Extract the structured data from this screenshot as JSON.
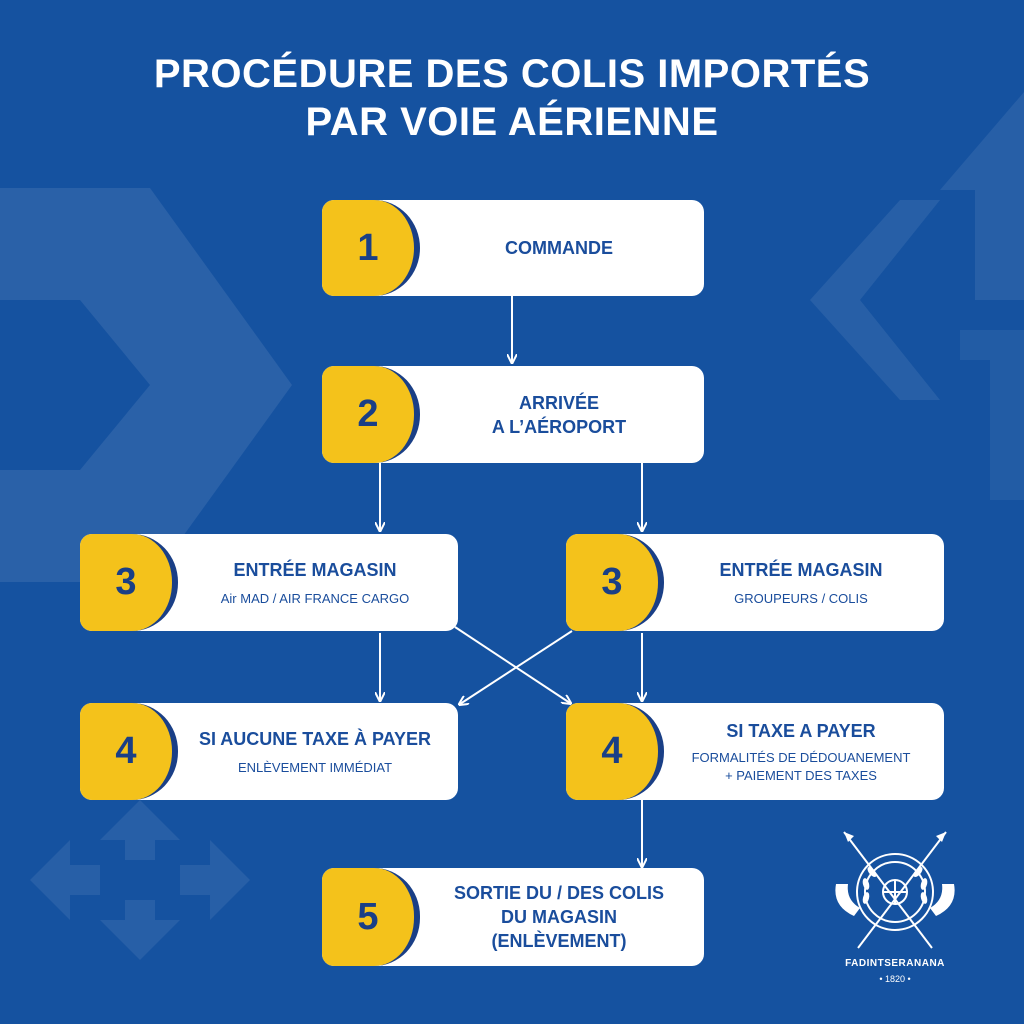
{
  "title": {
    "line1": "PROCÉDURE DES COLIS IMPORTÉS",
    "line2": "PAR VOIE AÉRIENNE"
  },
  "steps": {
    "s1": {
      "number": "1",
      "head": "COMMANDE"
    },
    "s2": {
      "number": "2",
      "head_line1": "ARRIVÉE",
      "head_line2": "A L’AÉROPORT"
    },
    "s3a": {
      "number": "3",
      "head": "ENTRÉE MAGASIN",
      "sub": "Air MAD / AIR FRANCE CARGO"
    },
    "s3b": {
      "number": "3",
      "head": "ENTRÉE MAGASIN",
      "sub": "GROUPEURS / COLIS"
    },
    "s4a": {
      "number": "4",
      "head": "SI AUCUNE TAXE À PAYER",
      "sub": "ENLÈVEMENT IMMÉDIAT"
    },
    "s4b": {
      "number": "4",
      "head": "SI TAXE A PAYER",
      "sub_line1": "FORMALITÉS DE DÉDOUANEMENT",
      "sub_line2": "+ PAIEMENT DES TAXES"
    },
    "s5": {
      "number": "5",
      "head_line1": "SORTIE DU / DES COLIS",
      "head_line2": "DU MAGASIN",
      "head_line3": "(ENLÈVEMENT)"
    }
  },
  "logo": {
    "name": "FADINTSERANANA",
    "year": "• 1820 •"
  },
  "colors": {
    "background": "#1552a0",
    "badge": "#f4c21b",
    "text": "#1a4d9c",
    "badge_edge": "#1a3f86",
    "card": "#ffffff"
  }
}
